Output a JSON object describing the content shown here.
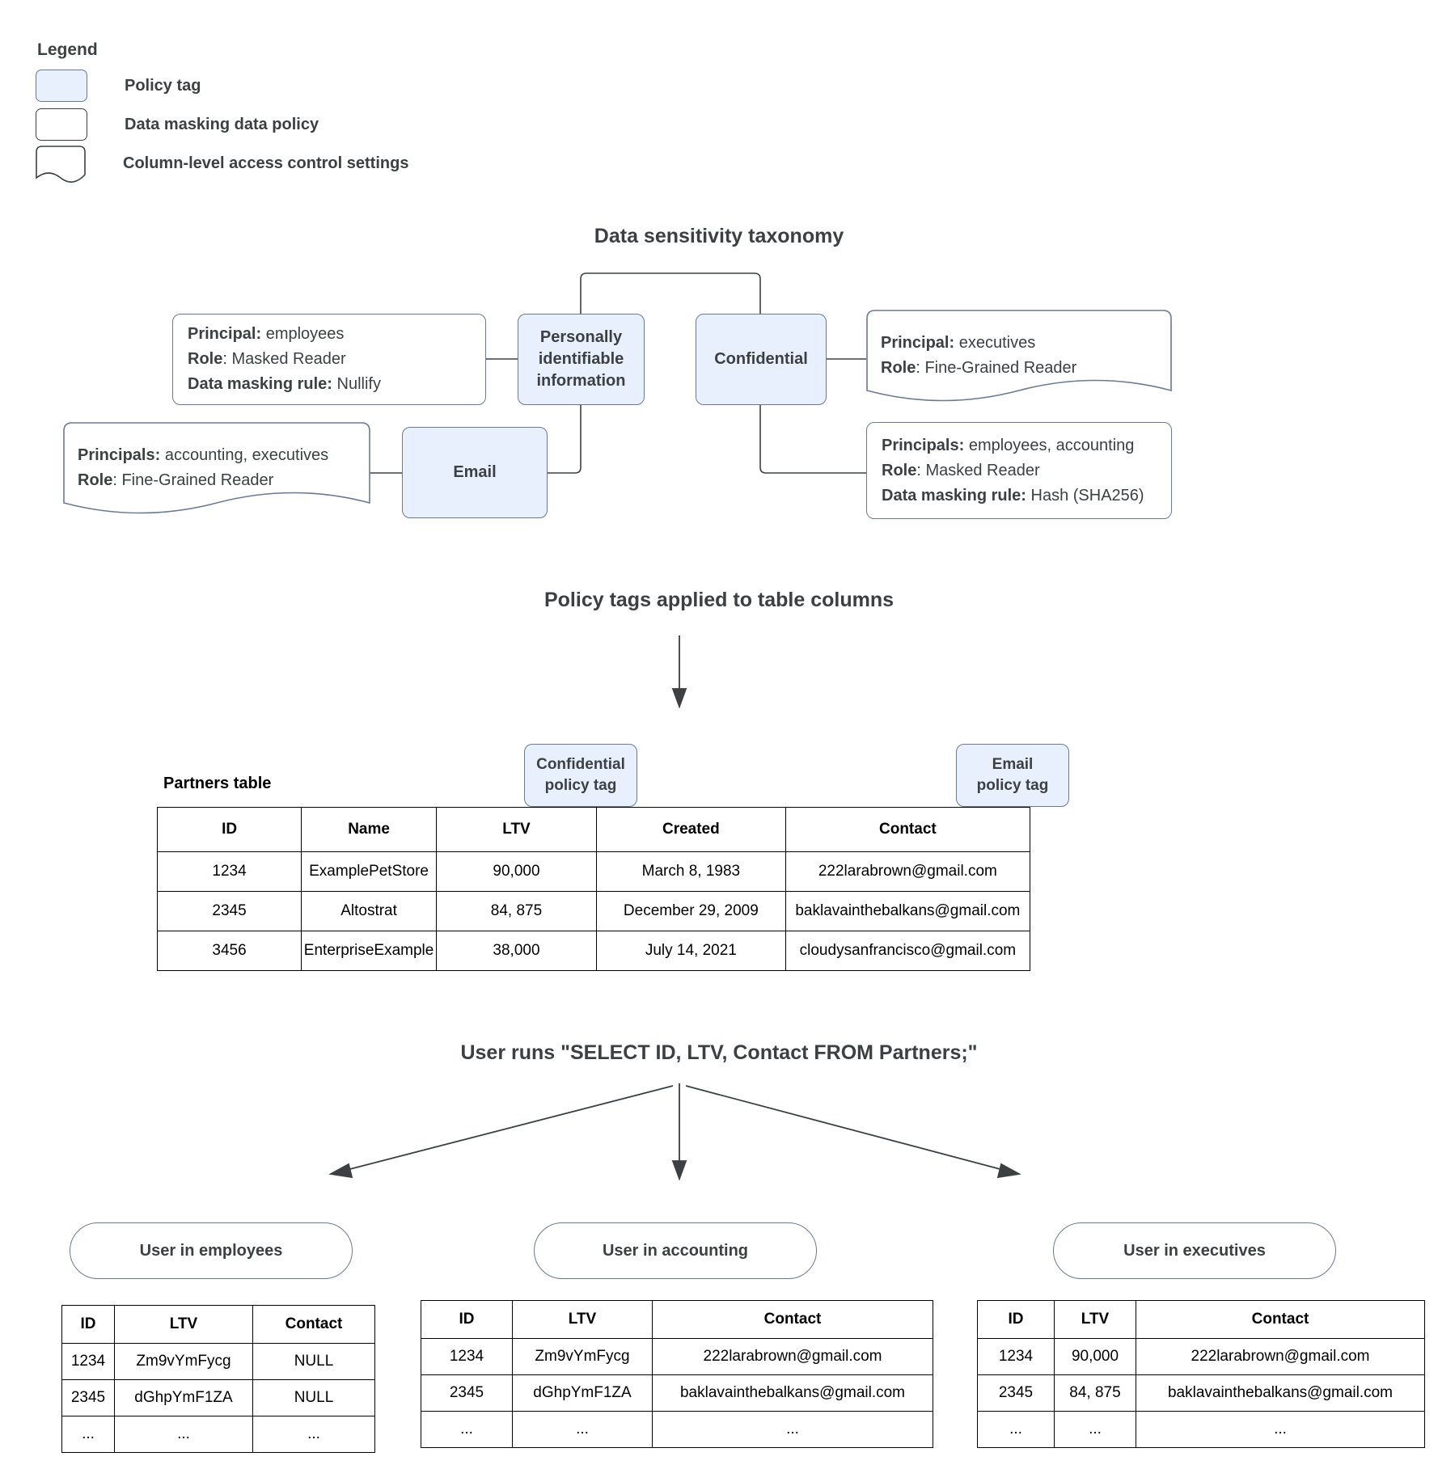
{
  "legend": {
    "title": "Legend",
    "items": [
      {
        "swatch": "policy-tag-swatch",
        "label": "Policy tag"
      },
      {
        "swatch": "data-masking-policy-swatch",
        "label": "Data masking data policy"
      },
      {
        "swatch": "column-level-access-swatch",
        "label": "Column-level access control settings"
      }
    ]
  },
  "taxonomy": {
    "title": "Data sensitivity taxonomy",
    "tags": {
      "pii": "Personally identifiable information",
      "confidential": "Confidential",
      "email": "Email"
    },
    "cards": {
      "pii_masking": {
        "principal_label": "Principal:",
        "principal_value": " employees",
        "role_label": "Role",
        "role_value": ": Masked Reader",
        "rule_label": "Data masking rule:",
        "rule_value": " Nullify"
      },
      "email_access": {
        "principals_label": "Principals:",
        "principals_value": " accounting, executives",
        "role_label": "Role",
        "role_value": ": Fine-Grained Reader"
      },
      "confidential_access": {
        "principal_label": "Principal:",
        "principal_value": " executives",
        "role_label": "Role",
        "role_value": ": Fine-Grained Reader"
      },
      "confidential_masking": {
        "principals_label": "Principals:",
        "principals_value": " employees, accounting",
        "role_label": "Role",
        "role_value": ": Masked Reader",
        "rule_label": "Data masking rule:",
        "rule_value": " Hash (SHA256)"
      }
    }
  },
  "applied": {
    "title": "Policy tags applied to table columns",
    "table_label": "Partners table",
    "tag_confidential_line1": "Confidential",
    "tag_confidential_line2": "policy tag",
    "tag_email_line1": "Email",
    "tag_email_line2": "policy tag",
    "columns": [
      "ID",
      "Name",
      "LTV",
      "Created",
      "Contact"
    ],
    "rows": [
      [
        "1234",
        "ExamplePetStore",
        "90,000",
        "March 8, 1983",
        "222larabrown@gmail.com"
      ],
      [
        "2345",
        "Altostrat",
        "84, 875",
        "December 29, 2009",
        "baklavainthebalkans@gmail.com"
      ],
      [
        "3456",
        "EnterpriseExample",
        "38,000",
        "July 14, 2021",
        "cloudysanfrancisco@gmail.com"
      ]
    ]
  },
  "query": {
    "title": "User runs \"SELECT ID, LTV, Contact FROM Partners;\""
  },
  "results": [
    {
      "persona": "User in employees",
      "columns": [
        "ID",
        "LTV",
        "Contact"
      ],
      "rows": [
        [
          "1234",
          "Zm9vYmFycg",
          "NULL"
        ],
        [
          "2345",
          "dGhpYmF1ZA",
          "NULL"
        ],
        [
          "...",
          "...",
          "..."
        ]
      ]
    },
    {
      "persona": "User in accounting",
      "columns": [
        "ID",
        "LTV",
        "Contact"
      ],
      "rows": [
        [
          "1234",
          "Zm9vYmFycg",
          "222larabrown@gmail.com"
        ],
        [
          "2345",
          "dGhpYmF1ZA",
          "baklavainthebalkans@gmail.com"
        ],
        [
          "...",
          "...",
          "..."
        ]
      ]
    },
    {
      "persona": "User in executives",
      "columns": [
        "ID",
        "LTV",
        "Contact"
      ],
      "rows": [
        [
          "1234",
          "90,000",
          "222larabrown@gmail.com"
        ],
        [
          "2345",
          "84, 875",
          "baklavainthebalkans@gmail.com"
        ],
        [
          "...",
          "...",
          "..."
        ]
      ]
    }
  ],
  "colors": {
    "tag_fill": "#e8f0fe",
    "stroke": "#6b7a8f",
    "text": "#3c4043",
    "table_stroke": "#000000"
  }
}
